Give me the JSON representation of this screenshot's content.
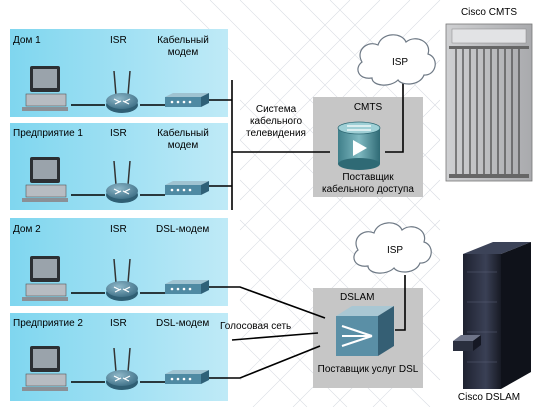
{
  "panels": [
    {
      "site": "Дом 1",
      "router": "ISR",
      "modem": "Кабельный\nмодем"
    },
    {
      "site": "Предприятие 1",
      "router": "ISR",
      "modem": "Кабельный\nмодем"
    },
    {
      "site": "Дом 2",
      "router": "ISR",
      "modem": "DSL-модем"
    },
    {
      "site": "Предприятие 2",
      "router": "ISR",
      "modem": "DSL-модем"
    }
  ],
  "cable_tv": "Система\nкабельного\nтелевидения",
  "voice_net": "Голосовая сеть",
  "cmts": {
    "title": "CMTS",
    "caption": "Поставщик\nкабельного доступа"
  },
  "dslam": {
    "title": "DSLAM",
    "caption": "Поставщик услуг DSL"
  },
  "isp_top": "ISP",
  "isp_bottom": "ISP",
  "photo_cmts": "Cisco CMTS",
  "photo_dslam": "Cisco DSLAM",
  "colors": {
    "panel": "#8fdcf2",
    "provider_box": "#c6c6c6",
    "device": "#5b8fa8",
    "device_dark": "#33617a"
  }
}
